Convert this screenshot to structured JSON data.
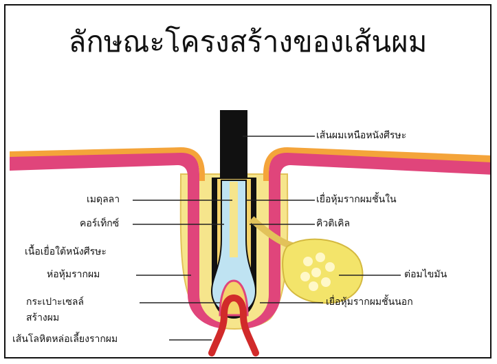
{
  "title": "ลักษณะโครงสร้างของเส้นผม",
  "labels": {
    "hair_shaft": "เส้นผมเหนือหนังศีรษะ",
    "medulla": "เมดุลลา",
    "inner_root_sheath": "เยื่อหุ้มรากผมชั้นใน",
    "cortex": "คอร์เท็กซ์",
    "cuticle": "คิวติเคิล",
    "subcutaneous_tissue": "เนื้อเยื่อใต้หนังศีรษะ",
    "sebaceous_gland": "ต่อมไขมัน",
    "hair_follicle": "ห่อหุ้มรากผม",
    "hair_bulb_line1": "กระเปาะเซลล์",
    "hair_bulb_line2": "สร้างผม",
    "outer_root_sheath": "เยื่อหุ้มรากผมชั้นนอก",
    "blood_vessel": "เส้นโลหิตหล่อเลี้ยงรากผม"
  },
  "colors": {
    "skin_pink": "#e0457b",
    "skin_orange": "#f4a43a",
    "tissue_yellow": "#f6e58c",
    "hair_black": "#111111",
    "inner_blue": "#bfe3f2",
    "blood_red": "#d12a2a",
    "gland_yellow": "#f3e46a"
  }
}
